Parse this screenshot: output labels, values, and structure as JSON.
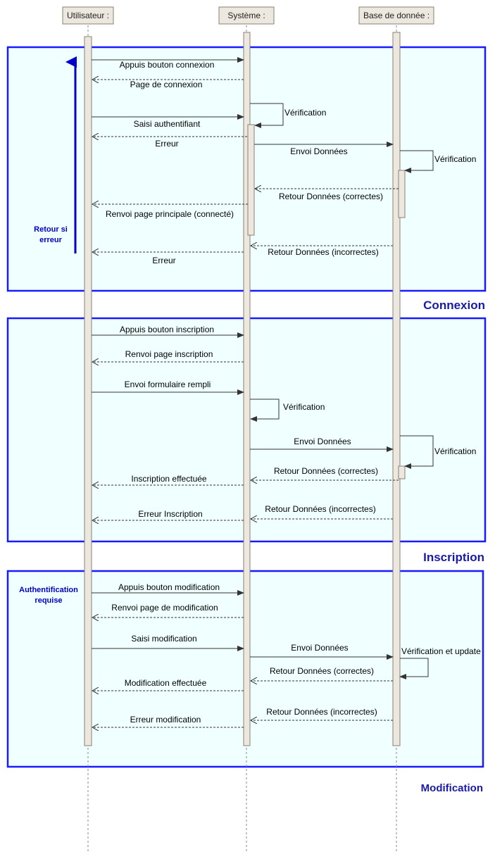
{
  "colors": {
    "frame_stroke": "#1a1aff",
    "frame_fill": "#f0ffff",
    "section_title": "#1a1aa8",
    "lifeline_fill": "#ede8df",
    "lifeline_stroke": "#8a7f72",
    "arrow": "#333333",
    "retour_arrow": "#0000cc"
  },
  "actors": {
    "user": "Utilisateur :",
    "system": "Système :",
    "db": "Base de donnée :"
  },
  "sections": {
    "connexion": "Connexion",
    "inscription": "Inscription",
    "modification": "Modification"
  },
  "notes": {
    "retour_line1": "Retour si",
    "retour_line2": "erreur",
    "auth_line1": "Authentification",
    "auth_line2": "requise"
  },
  "messages": {
    "c1": "Appuis bouton connexion",
    "c2": "Page de connexion",
    "c3": "Vérification",
    "c4": "Saisi authentifiant",
    "c5": "Erreur",
    "c6": "Envoi Données",
    "c7": "Vérification",
    "c8": "Retour Données (correctes)",
    "c9": "Renvoi page principale (connecté)",
    "c10": "Retour Données (incorrectes)",
    "c11": "Erreur",
    "i1": "Appuis bouton inscription",
    "i2": "Renvoi page inscription",
    "i3": "Envoi formulaire rempli",
    "i4": "Vérification",
    "i5": "Envoi Données",
    "i6": "Vérification",
    "i7": "Retour Données (correctes)",
    "i8": "Inscription effectuée",
    "i9": "Retour Données (incorrectes)",
    "i10": "Erreur Inscription",
    "m1": "Appuis bouton modification",
    "m2": "Renvoi page de modification",
    "m3": "Saisi modification",
    "m4": "Envoi Données",
    "m5": "Vérification et update",
    "m6": "Retour Données (correctes)",
    "m7": "Modification effectuée",
    "m8": "Retour Données (incorrectes)",
    "m9": "Erreur modification"
  }
}
